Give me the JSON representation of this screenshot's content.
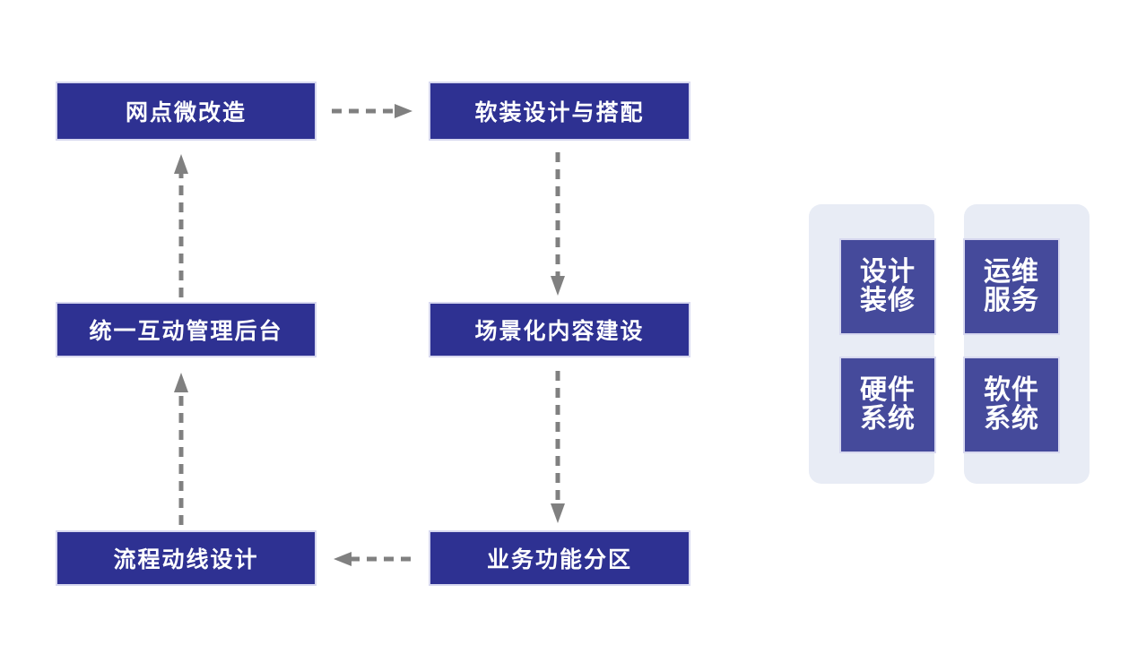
{
  "theme": {
    "box_fill": "#2e3192",
    "box_border": "#d7d8ef",
    "tile_fill": "#454a9b",
    "panel_fill": "#e8ecf5",
    "arrow_color": "#808080",
    "text_color": "#ffffff",
    "background": "#ffffff"
  },
  "flow": {
    "boxes": [
      {
        "id": "wangdian-weigaizao",
        "label": "网点微改造",
        "row": 1,
        "col": 1
      },
      {
        "id": "ruanzhuang-sheji",
        "label": "软装设计与搭配",
        "row": 1,
        "col": 2
      },
      {
        "id": "tongyi-hudong-houtai",
        "label": "统一互动管理后台",
        "row": 2,
        "col": 1
      },
      {
        "id": "changjinghua-neirong",
        "label": "场景化内容建设",
        "row": 2,
        "col": 2
      },
      {
        "id": "liucheng-dongxian",
        "label": "流程动线设计",
        "row": 3,
        "col": 1
      },
      {
        "id": "yewu-gongneng-fenqu",
        "label": "业务功能分区",
        "row": 3,
        "col": 2
      }
    ],
    "arrows": [
      {
        "id": "arrow-wangdian-to-ruanzhuang",
        "from": "wangdian-weigaizao",
        "to": "ruanzhuang-sheji",
        "direction": "right",
        "style": "dashed"
      },
      {
        "id": "arrow-ruanzhuang-to-changjing",
        "from": "ruanzhuang-sheji",
        "to": "changjinghua-neirong",
        "direction": "down",
        "style": "dashed"
      },
      {
        "id": "arrow-changjing-to-yewu",
        "from": "changjinghua-neirong",
        "to": "yewu-gongneng-fenqu",
        "direction": "down",
        "style": "dashed"
      },
      {
        "id": "arrow-yewu-to-liucheng",
        "from": "yewu-gongneng-fenqu",
        "to": "liucheng-dongxian",
        "direction": "left",
        "style": "dashed"
      },
      {
        "id": "arrow-liucheng-to-tongyi",
        "from": "liucheng-dongxian",
        "to": "tongyi-hudong-houtai",
        "direction": "up",
        "style": "dashed"
      },
      {
        "id": "arrow-tongyi-to-wangdian",
        "from": "tongyi-hudong-houtai",
        "to": "wangdian-weigaizao",
        "direction": "up",
        "style": "dashed"
      }
    ]
  },
  "quad": {
    "tiles": [
      {
        "id": "sheji-zhuangxiu",
        "line1": "设计",
        "line2": "装修",
        "position": "top-left"
      },
      {
        "id": "yunwei-fuwu",
        "line1": "运维",
        "line2": "服务",
        "position": "top-right"
      },
      {
        "id": "yingjian-xitong",
        "line1": "硬件",
        "line2": "系统",
        "position": "bottom-left"
      },
      {
        "id": "ruanjian-xitong",
        "line1": "软件",
        "line2": "系统",
        "position": "bottom-right"
      }
    ]
  }
}
